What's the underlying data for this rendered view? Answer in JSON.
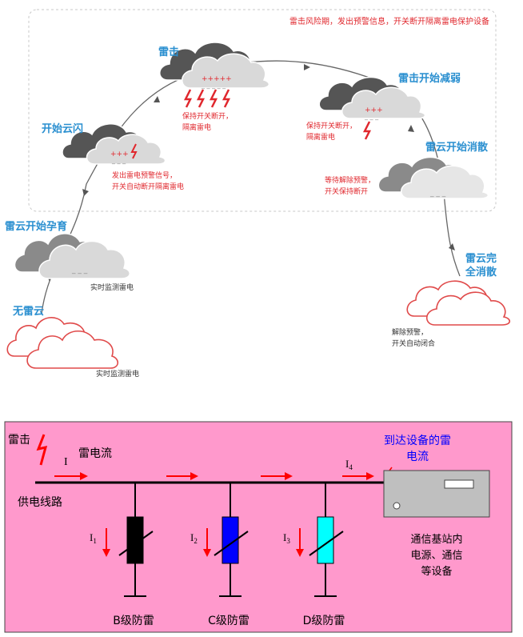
{
  "top": {
    "risk_note": "雷击风险期，发出预警信息，开关断开隔离雷电保护设备",
    "stages": {
      "no_cloud": "无雷云",
      "forming": "雷云开始孕育",
      "flash": "开始云闪",
      "strike": "雷击",
      "weakening": "雷击开始减弱",
      "dissipating": "雷云开始消散",
      "gone_1": "雷云完",
      "gone_2": "全消散"
    },
    "notes": {
      "monitor_1": "实时监测雷电",
      "monitor_2": "实时监测雷电",
      "flash_1": "发出雷电预警信号，",
      "flash_2": "开关自动断开隔离雷电",
      "strike_1": "保持开关断开，",
      "strike_2": "隔离雷电",
      "weak_1": "保持开关断开，",
      "weak_2": "隔离雷电",
      "diss_1": "等待解除预警，",
      "diss_2": "开关保持断开",
      "gone_1": "解除预警，",
      "gone_2": "开关自动闭合"
    },
    "charges": {
      "flash": "+++",
      "strike": "+++++",
      "weakening": "+++",
      "minus_long": "_ _ _ _ _",
      "minus_short": "_ _ _"
    }
  },
  "bottom": {
    "strike": "雷击",
    "current_label": "雷电流",
    "line_label": "供电线路",
    "I": "I",
    "I1": "I",
    "I1_sub": "1",
    "I2": "I",
    "I2_sub": "2",
    "I3": "I",
    "I3_sub": "3",
    "I4": "I",
    "I4_sub": "4",
    "device_current_1": "到达设备的雷",
    "device_current_2": "电流",
    "device_1": "通信基站内",
    "device_2": "电源、通信",
    "device_3": "等设备",
    "b_level": "B级防雷",
    "c_level": "C级防雷",
    "d_level": "D级防雷"
  },
  "colors": {
    "accent_blue": "#2a8fd0",
    "alert_red": "#e0282e",
    "panel_pink": "#ff99cc",
    "spd_b": "#000000",
    "spd_c": "#0000ff",
    "spd_d": "#00ffff"
  }
}
